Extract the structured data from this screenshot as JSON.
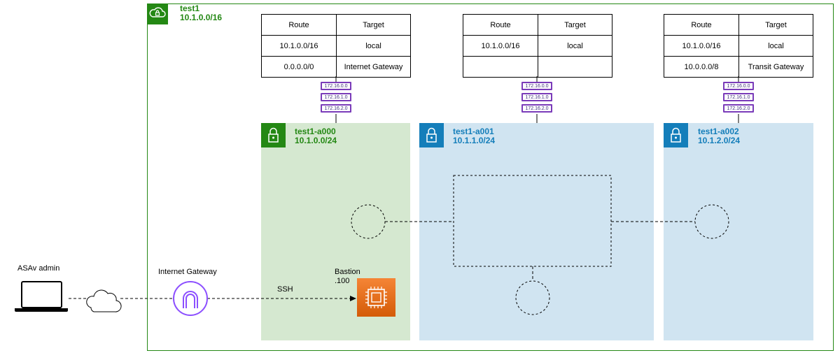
{
  "vpc": {
    "name": "test1",
    "cidr": "10.1.0.0/16"
  },
  "subnets": [
    {
      "name": "test1-a000",
      "cidr": "10.1.0.0/24",
      "color": "#248814"
    },
    {
      "name": "test1-a001",
      "cidr": "10.1.1.0/24",
      "color": "#147eba"
    },
    {
      "name": "test1-a002",
      "cidr": "10.1.2.0/24",
      "color": "#147eba"
    }
  ],
  "route_tables": [
    {
      "header": [
        "Route",
        "Target"
      ],
      "rows": [
        [
          "10.1.0.0/16",
          "local"
        ],
        [
          "0.0.0.0/0",
          "Internet Gateway"
        ]
      ]
    },
    {
      "header": [
        "Route",
        "Target"
      ],
      "rows": [
        [
          "10.1.0.0/16",
          "local"
        ],
        [
          "",
          ""
        ]
      ]
    },
    {
      "header": [
        "Route",
        "Target"
      ],
      "rows": [
        [
          "10.1.0.0/16",
          "local"
        ],
        [
          "10.0.0.0/8",
          "Transit Gateway"
        ]
      ]
    }
  ],
  "prefix_lists": [
    [
      "172.16.0.0",
      "172.16.1.0",
      "172.16.2.0"
    ],
    [
      "172.16.0.0",
      "172.16.1.0",
      "172.16.2.0"
    ],
    [
      "172.16.0.0",
      "172.16.1.0",
      "172.16.2.0"
    ]
  ],
  "labels": {
    "admin": "ASAv admin",
    "igw": "Internet Gateway",
    "ssh": "SSH",
    "bastion_name": "Bastion",
    "bastion_ip": ".100"
  },
  "colors": {
    "vpc": "#248814",
    "public_subnet_bg": "#d5e8d0",
    "private_subnet_bg": "#d0e4f1",
    "igw": "#8c4fff",
    "ec2": "#ed7100"
  },
  "icons": [
    "cloud-lock-icon",
    "lock-icon",
    "laptop-icon",
    "cloud-icon",
    "internet-gateway-icon",
    "ec2-instance-icon"
  ]
}
